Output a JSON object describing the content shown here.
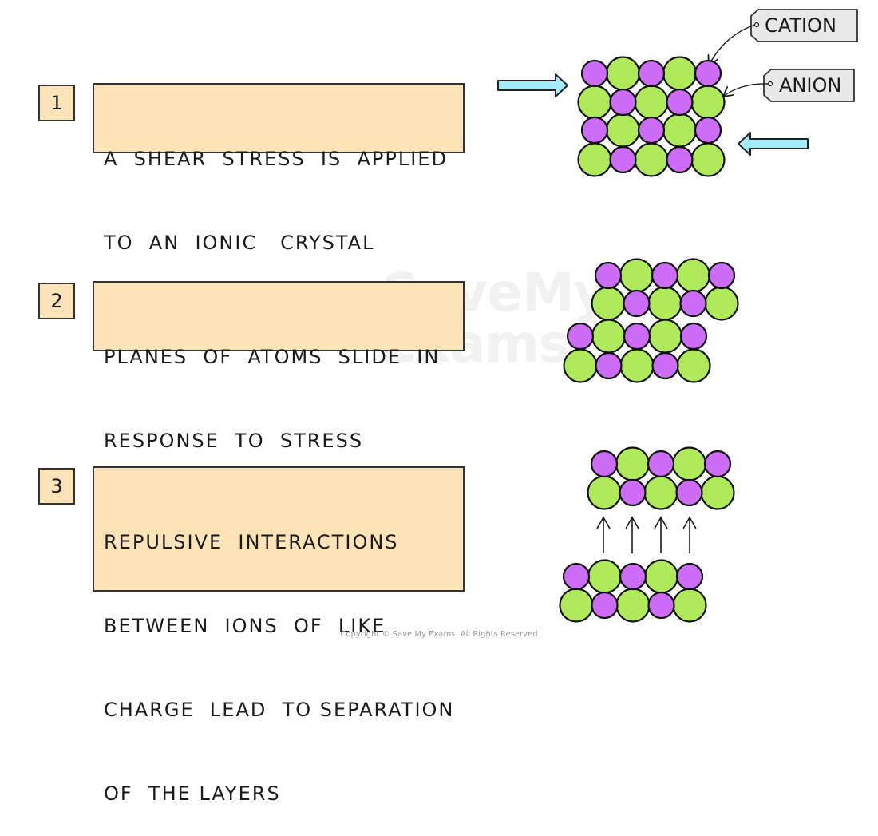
{
  "watermark": {
    "line1": "SaveMy",
    "line2": "Exams"
  },
  "steps": [
    {
      "number": "1",
      "lines": [
        "A  SHEAR  STRESS  IS  APPLIED",
        "TO  AN  IONIC   CRYSTAL"
      ]
    },
    {
      "number": "2",
      "lines": [
        "PLANES  OF  ATOMS  SLIDE  IN",
        "RESPONSE  TO  STRESS"
      ]
    },
    {
      "number": "3",
      "lines": [
        "REPULSIVE  INTERACTIONS",
        "BETWEEN  IONS  OF  LIKE",
        "CHARGE  LEAD  TO SEPARATION",
        "OF  THE LAYERS"
      ]
    }
  ],
  "labels": {
    "cation": "CATION",
    "anion": "ANION"
  },
  "colors": {
    "cation": "#cc6cf7",
    "anion": "#aeea5a",
    "arrow": "#a3ecfb",
    "box": "#fde4b8",
    "tag": "#e8e8e8"
  },
  "icons": {
    "shear_arrow": "arrow-right-icon",
    "shear_arrow_2": "arrow-left-icon",
    "separation_arrow": "arrow-up-icon"
  },
  "copyright": "Copyright © Save My Exams. All Rights Reserved"
}
